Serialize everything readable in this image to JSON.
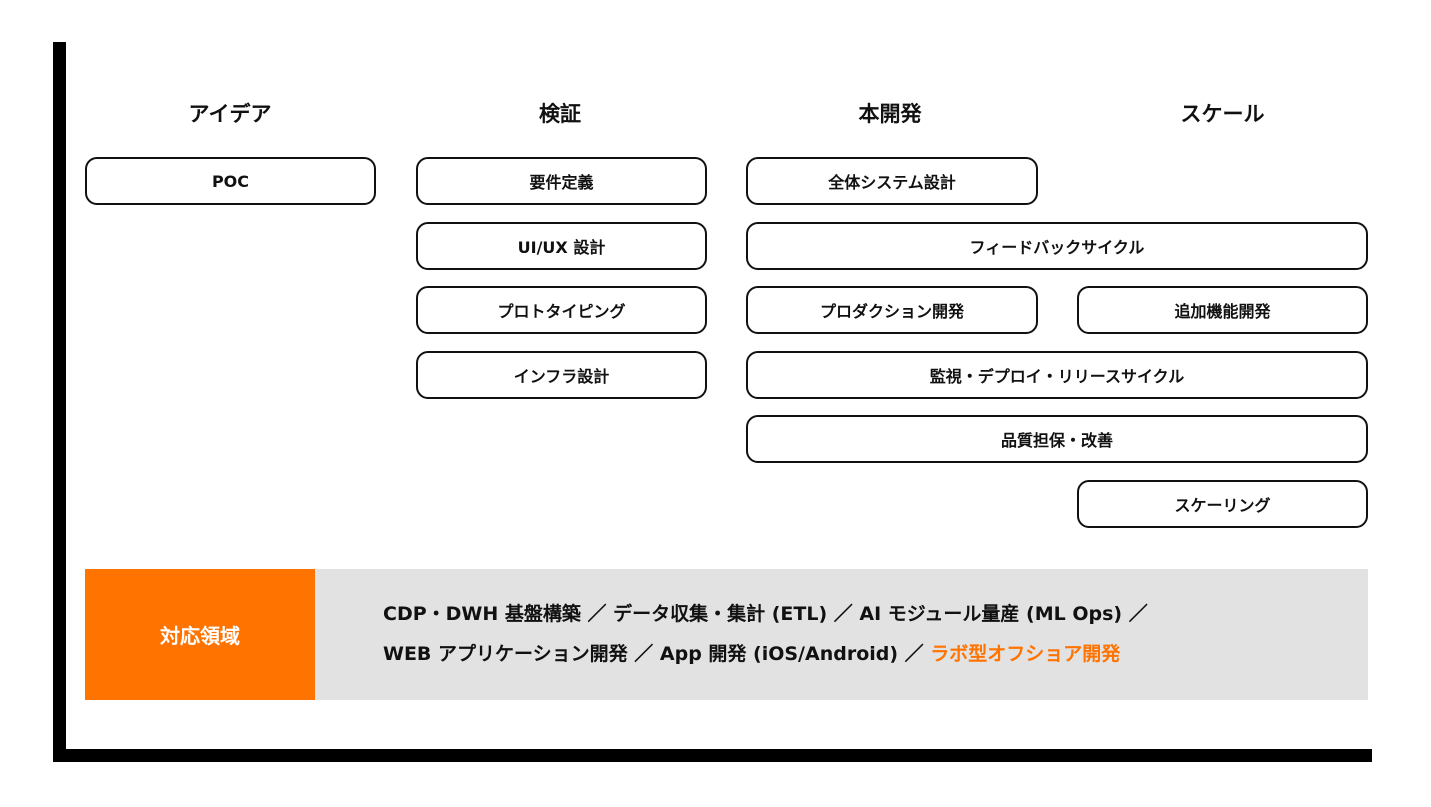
{
  "colors": {
    "accent": "#ff7300",
    "band": "#e2e2e2",
    "axis": "#000000"
  },
  "phases": [
    "アイデア",
    "検証",
    "本開発",
    "スケール"
  ],
  "tasks": {
    "poc": "POC",
    "requirements": "要件定義",
    "uiux_design": "UI/UX 設計",
    "prototyping": "プロトタイピング",
    "infra_design": "インフラ設計",
    "system_design": "全体システム設計",
    "feedback_cycle": "フィードバックサイクル",
    "production_dev": "プロダクション開発",
    "additional_features": "追加機能開発",
    "monitoring_cycle": "監視・デプロイ・リリースサイクル",
    "quality": "品質担保・改善",
    "scaling": "スケーリング"
  },
  "scope": {
    "label": "対応領域",
    "line1": "CDP・DWH 基盤構築 ／ データ収集・集計 (ETL) ／ AI モジュール量産 (ML Ops) ／",
    "line2_plain": "WEB アプリケーション開発 ／ App 開発 (iOS/Android) ／ ",
    "line2_accent": "ラボ型オフショア開発"
  }
}
